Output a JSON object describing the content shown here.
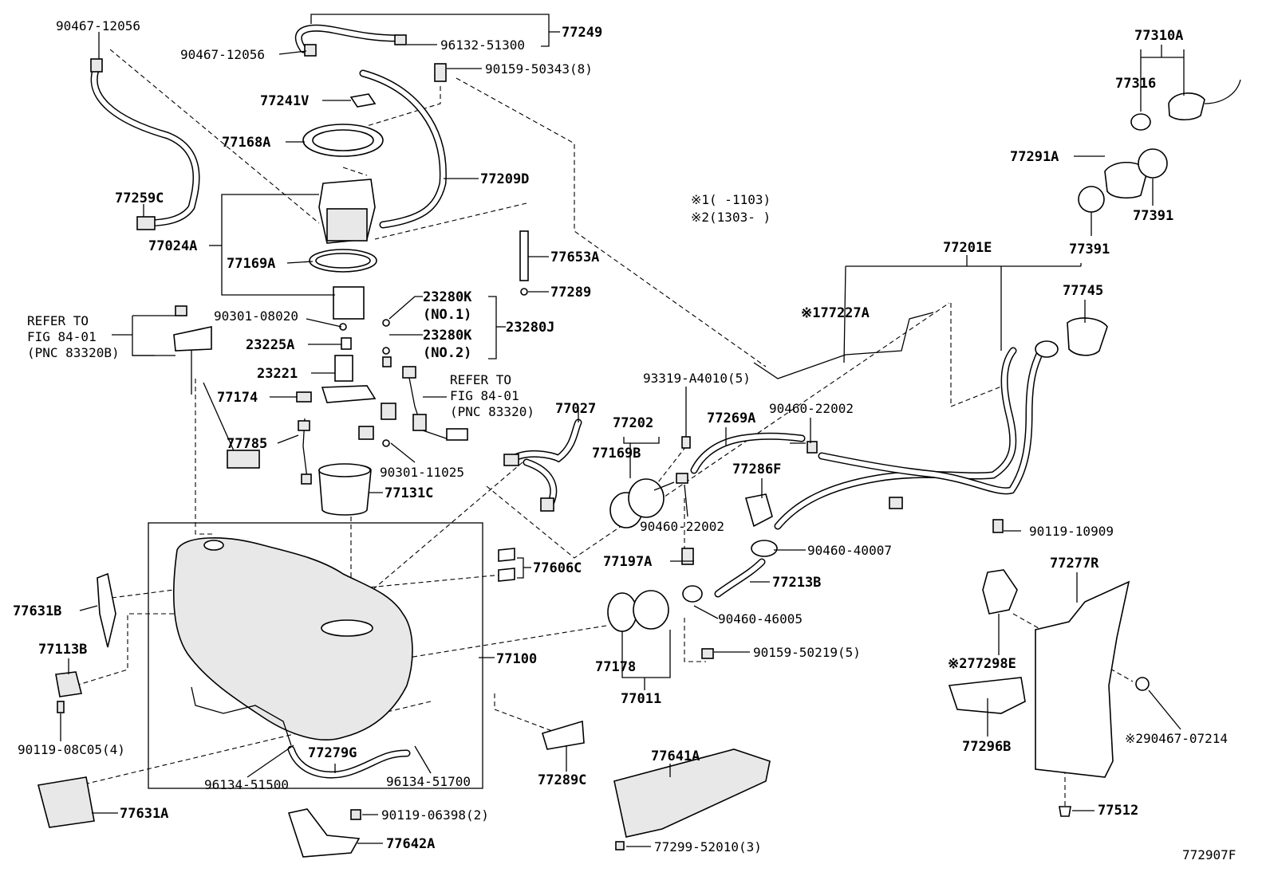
{
  "labels": {
    "p90467_12056_a": "90467-12056",
    "p90467_12056_b": "90467-12056",
    "p77249": "77249",
    "p96132_51300": "96132-51300",
    "p90159_50343": "90159-50343(8)",
    "p77241V": "77241V",
    "p77168A": "77168A",
    "p77209D": "77209D",
    "p77259C": "77259C",
    "p77024A": "77024A",
    "p77169A": "77169A",
    "p77653A": "77653A",
    "p77289": "77289",
    "refer1_a": "REFER TO",
    "refer1_b": "FIG 84-01",
    "refer1_c": "(PNC 83320B)",
    "p90301_08020": "90301-08020",
    "p23280K_1": "23280K",
    "no1": "(NO.1)",
    "p23280K_2": "23280K",
    "no2": "(NO.2)",
    "p23280J": "23280J",
    "p23225A": "23225A",
    "p23221": "23221",
    "refer2_a": "REFER TO",
    "refer2_b": "FIG 84-01",
    "refer2_c": "(PNC 83320)",
    "p77174": "77174",
    "p77785": "77785",
    "p90301_11025": "90301-11025",
    "p77131C": "77131C",
    "p77027": "77027",
    "p93319": "93319-A4010(5)",
    "p77202": "77202",
    "p77169B": "77169B",
    "p77269A": "77269A",
    "p90460_22002_a": "90460-22002",
    "p90460_22002_b": "90460-22002",
    "p77286F": "77286F",
    "p77197A": "77197A",
    "p90460_40007": "90460-40007",
    "p77213B": "77213B",
    "p90460_46005": "90460-46005",
    "p90159_50219": "90159-50219(5)",
    "p77178": "77178",
    "p77011": "77011",
    "p77606C": "77606C",
    "p77100": "77100",
    "p77631B": "77631B",
    "p77113B": "77113B",
    "p90119_08C05": "90119-08C05(4)",
    "p77279G": "77279G",
    "p96134_51500": "96134-51500",
    "p96134_51700": "96134-51700",
    "p77289C": "77289C",
    "p77641A": "77641A",
    "p77631A": "77631A",
    "p90119_06398": "90119-06398(2)",
    "p77642A": "77642A",
    "p77299": "77299-52010(3)",
    "note1": "※1(    -1103)",
    "note2": "※2(1303-    )",
    "p77201E": "77201E",
    "p77227A": "※177227A",
    "p77310A": "77310A",
    "p77316": "77316",
    "p77291A": "77291A",
    "p77391_a": "77391",
    "p77391_b": "77391",
    "p77745": "77745",
    "p90119_10909": "90119-10909",
    "p77277R": "77277R",
    "p77298E": "※277298E",
    "p90467_07214": "※290467-07214",
    "p77296B": "77296B",
    "p77512": "77512",
    "figure_id": "772907F"
  }
}
